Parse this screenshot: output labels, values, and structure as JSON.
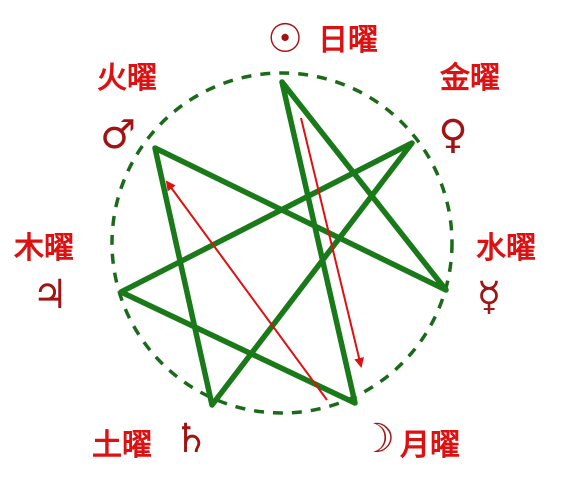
{
  "colors": {
    "star": "#1a7a1a",
    "circle": "#1a6a1a",
    "arrow": "#dd1111",
    "label": "#dd1111",
    "symbol": "#a01414"
  },
  "labels": {
    "sun": "日曜",
    "moon": "月曜",
    "mars": "火曜",
    "mercury": "水曜",
    "jupiter": "木曜",
    "venus": "金曜",
    "saturn": "土曜"
  },
  "symbols": {
    "sun": "☉",
    "moon": "☽",
    "mars": "♂",
    "mercury": "☿",
    "jupiter": "♃",
    "venus": "♀",
    "saturn": "♄"
  }
}
